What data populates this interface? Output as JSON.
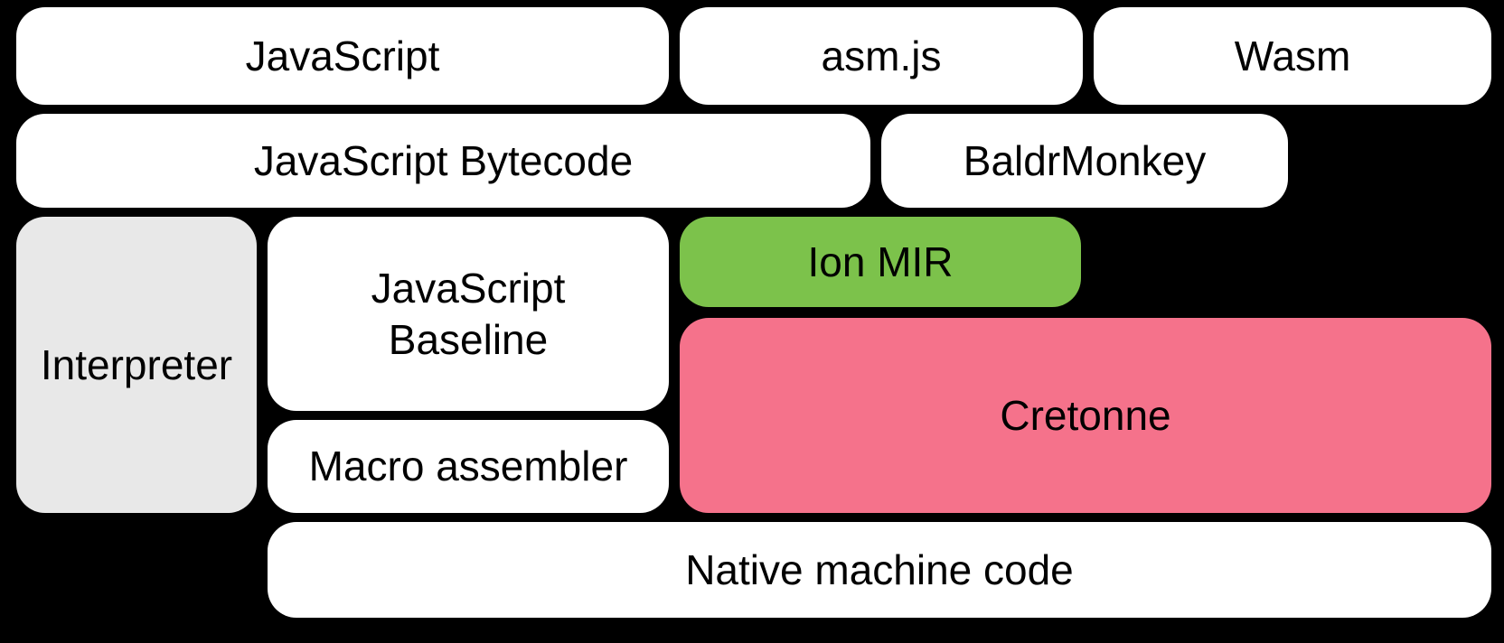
{
  "diagram": {
    "title": "SpiderMonkey compilation pipeline diagram",
    "background_color": "#000000",
    "colors": {
      "box_default": "#ffffff",
      "interpreter_gray": "#e8e8e8",
      "ion_mir_green": "#7cc24b",
      "cretonne_pink": "#f5728b",
      "text": "#000000"
    },
    "boxes": {
      "javascript": {
        "label": "JavaScript",
        "color": "#ffffff"
      },
      "asmjs": {
        "label": "asm.js",
        "color": "#ffffff"
      },
      "wasm": {
        "label": "Wasm",
        "color": "#ffffff"
      },
      "bytecode": {
        "label": "JavaScript Bytecode",
        "color": "#ffffff"
      },
      "baldrmonkey": {
        "label": "BaldrMonkey",
        "color": "#ffffff"
      },
      "interpreter": {
        "label": "Interpreter",
        "color": "#e8e8e8"
      },
      "javascript_baseline": {
        "label": "JavaScript Baseline",
        "color": "#ffffff"
      },
      "ion_mir": {
        "label": "Ion MIR",
        "color": "#7cc24b"
      },
      "cretonne": {
        "label": "Cretonne",
        "color": "#f5728b"
      },
      "macro_assembler": {
        "label": "Macro assembler",
        "color": "#ffffff"
      },
      "native_machine_code": {
        "label": "Native machine code",
        "color": "#ffffff"
      }
    }
  }
}
